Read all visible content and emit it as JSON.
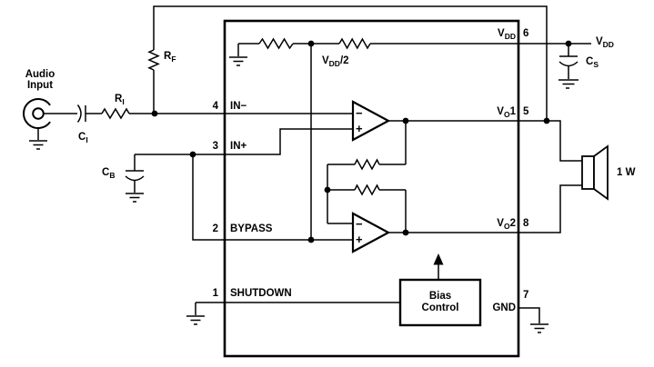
{
  "schematic": {
    "description": "Audio power amplifier typical application circuit",
    "colors": {
      "line": "#000000",
      "background": "#ffffff"
    },
    "audio_source": {
      "label_line1": "Audio",
      "label_line2": "Input"
    },
    "components": {
      "input_cap": {
        "main": "C",
        "sub": "I"
      },
      "input_res": {
        "main": "R",
        "sub": "I"
      },
      "feedback_res": {
        "main": "R",
        "sub": "F"
      },
      "bypass_cap": {
        "main": "C",
        "sub": "B"
      },
      "supply_cap": {
        "main": "C",
        "sub": "S"
      },
      "speaker_rating": "1 W"
    },
    "nets": {
      "half_supply": {
        "main": "V",
        "sub": "DD",
        "suffix": "/2"
      },
      "supply_rail": {
        "main": "V",
        "sub": "DD"
      }
    },
    "ic": {
      "pins_left": [
        {
          "number": "4",
          "label": "IN−"
        },
        {
          "number": "3",
          "label": "IN+"
        },
        {
          "number": "2",
          "label": "BYPASS"
        },
        {
          "number": "1",
          "label": "SHUTDOWN"
        }
      ],
      "pins_right": [
        {
          "number": "6",
          "main": "V",
          "sub": "DD",
          "suffix": ""
        },
        {
          "number": "5",
          "main": "V",
          "sub": "O",
          "suffix": "1"
        },
        {
          "number": "8",
          "main": "V",
          "sub": "O",
          "suffix": "2"
        },
        {
          "number": "7",
          "main": "GND",
          "sub": "",
          "suffix": ""
        }
      ],
      "bias_block": {
        "line1": "Bias",
        "line2": "Control"
      },
      "opamp": {
        "inverting": "−",
        "noninverting": "+"
      }
    }
  }
}
